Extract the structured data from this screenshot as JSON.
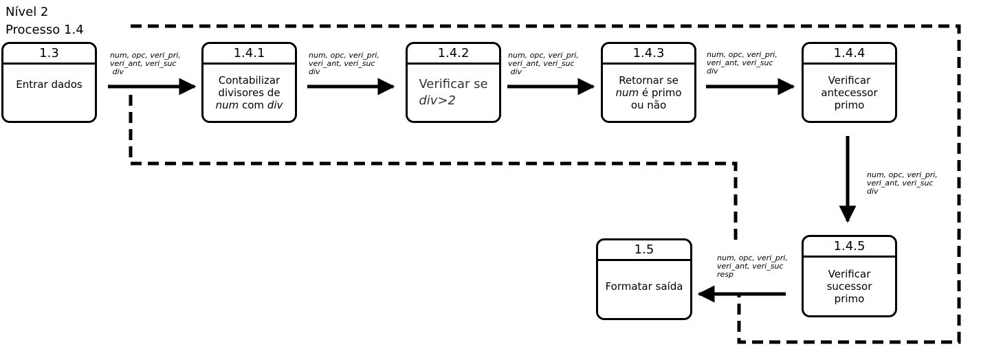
{
  "title": {
    "line1": "Nível 2",
    "line2": "Processo 1.4"
  },
  "processes": [
    {
      "id": "1.3",
      "text": "Entrar dados"
    },
    {
      "id": "1.4.1",
      "text_a": "Contabilizar",
      "text_b": "divisores de",
      "text_c_i": "num",
      "text_c": " com ",
      "text_c_i2": "div"
    },
    {
      "id": "1.4.2",
      "text_a": "Verificar se",
      "text_b_i": "div>2"
    },
    {
      "id": "1.4.3",
      "text_a": "Retornar se",
      "text_b_i": "num",
      "text_b": " é primo",
      "text_c": "ou não"
    },
    {
      "id": "1.4.4",
      "text_a": "Verificar",
      "text_b": "antecessor",
      "text_c": "primo"
    },
    {
      "id": "1.4.5",
      "text_a": "Verificar",
      "text_b": "sucessor",
      "text_c": "primo"
    },
    {
      "id": "1.5",
      "text": "Formatar saída"
    }
  ],
  "flows": [
    {
      "l1": "num, opc, veri_pri,",
      "l2": "veri_ant, veri_suc",
      "l3": " div"
    },
    {
      "l1": "num, opc, veri_pri,",
      "l2": "veri_ant, veri_suc",
      "l3": "div"
    },
    {
      "l1": "num, opc, veri_pri,",
      "l2": "veri_ant, veri_suc",
      "l3": " div"
    },
    {
      "l1": "num, opc, veri_pri,",
      "l2": "veri_ant, veri_suc",
      "l3": "div"
    },
    {
      "l1": "num, opc, veri_pri,",
      "l2": "veri_ant, veri_suc",
      "l3": "div"
    },
    {
      "l1": "num, opc, veri_pri,",
      "l2": "veri_ant, veri_suc",
      "l3": "resp"
    }
  ]
}
